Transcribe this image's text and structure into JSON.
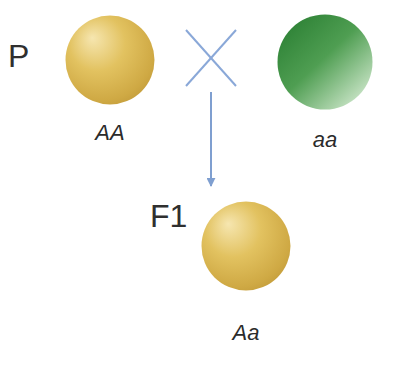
{
  "diagram": {
    "nodes": [
      {
        "text": [
          "AA"
        ]
      },
      {
        "text": [
          "aa"
        ]
      },
      {
        "text": [
          "Aa"
        ]
      }
    ],
    "labels": [
      "P",
      "F1"
    ]
  }
}
